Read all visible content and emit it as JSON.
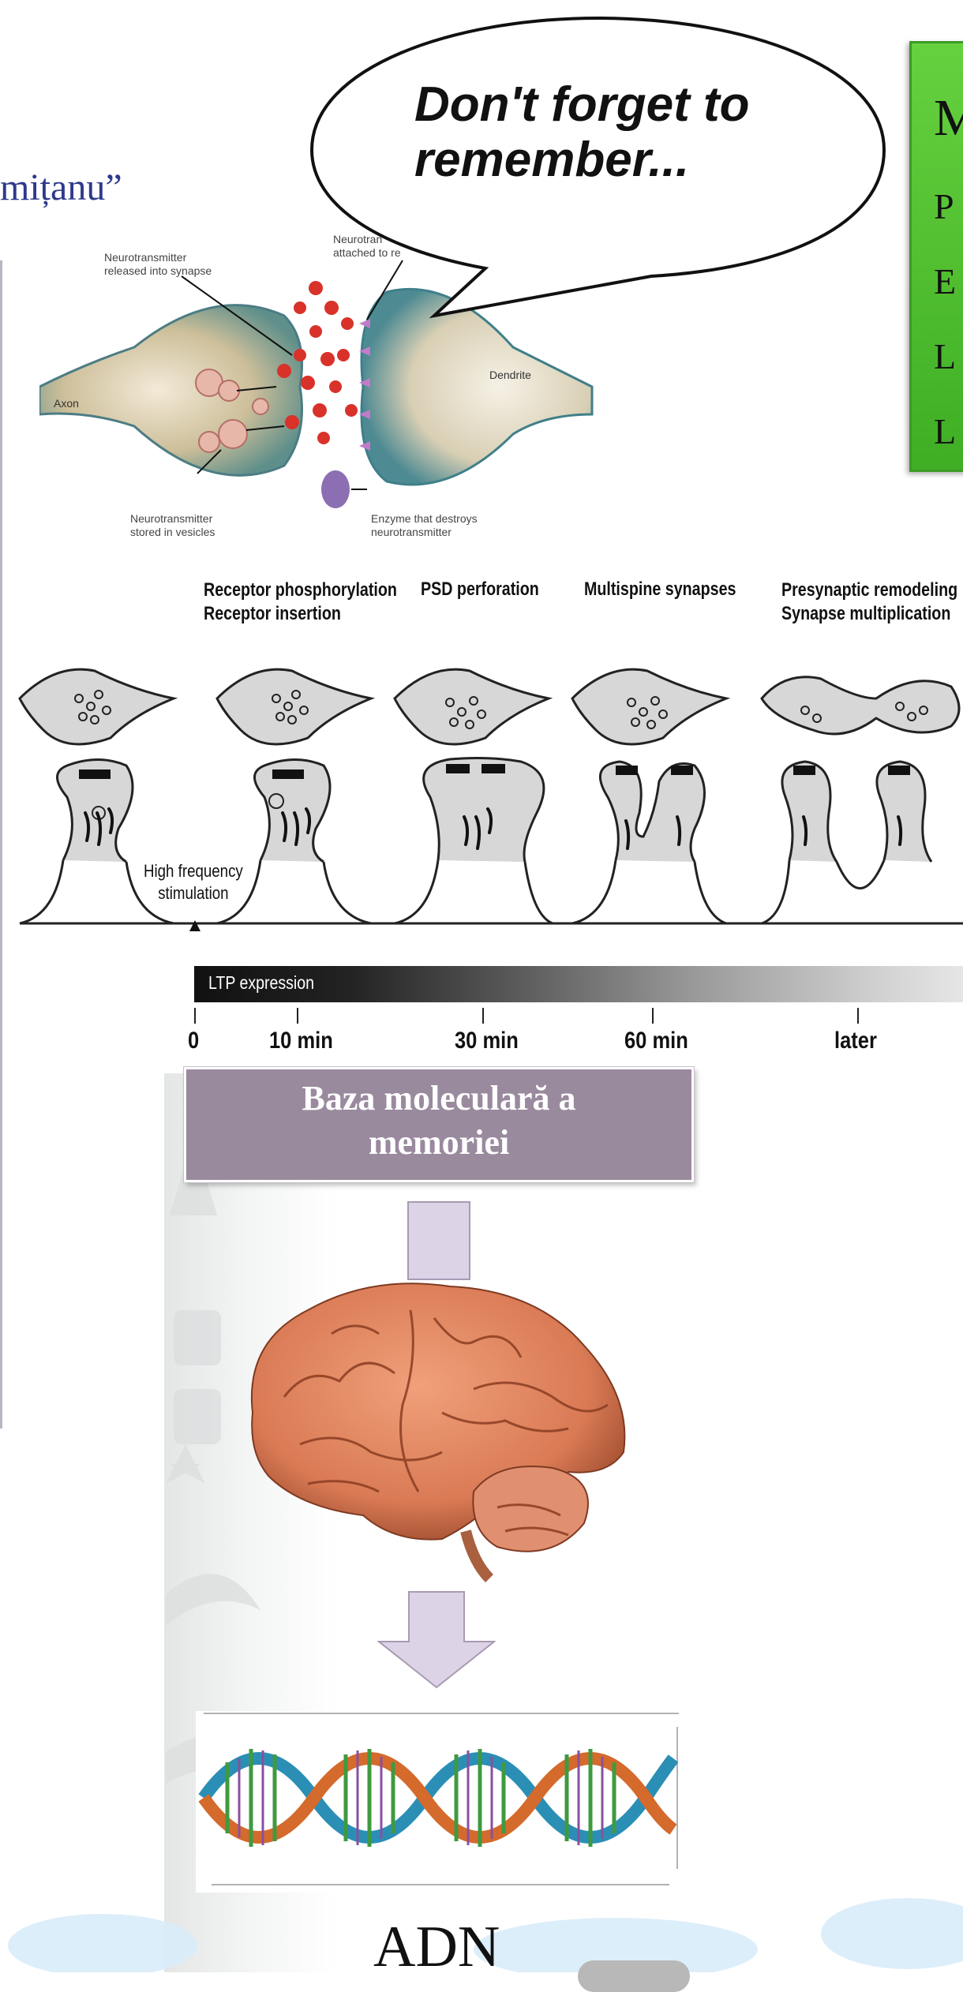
{
  "header": {
    "author_fragment": "mițanu”"
  },
  "speech_bubble": {
    "line1": "Don't forget to",
    "line2": "remember..."
  },
  "green_box": {
    "lines": [
      "M",
      "P",
      "E",
      "L",
      "L"
    ]
  },
  "synapse_figure": {
    "labels": {
      "released": [
        "Neurotransmitter",
        "released into synapse"
      ],
      "attached": [
        "Neurotran",
        "attached to re"
      ],
      "axon": "Axon",
      "dendrite": "Dendrite",
      "stored": [
        "Neurotransmitter",
        "stored in vesicles"
      ],
      "enzyme": [
        "Enzyme that destroys",
        "neurotransmitter"
      ]
    }
  },
  "ltp_figure": {
    "stage_headers": [
      [
        "Receptor phosphorylation",
        "Receptor insertion"
      ],
      [
        "PSD perforation"
      ],
      [
        "Multispine synapses"
      ],
      [
        "Presynaptic remodeling",
        "Synapse multiplication"
      ]
    ],
    "stimulation_label": [
      "High frequency",
      "stimulation"
    ],
    "bar_label": "LTP expression",
    "time_ticks": [
      "0",
      "10 min",
      "30 min",
      "60 min",
      "later"
    ]
  },
  "molecular_box": {
    "title_line1": "Baza moleculară a",
    "title_line2": "memoriei"
  },
  "colors": {
    "box_purple": "#9a8a9e",
    "green": "#5dc83a",
    "arrow_fill": "#ddd3e6",
    "header_blue": "#2e3a8c"
  },
  "adn_label": "ADN"
}
